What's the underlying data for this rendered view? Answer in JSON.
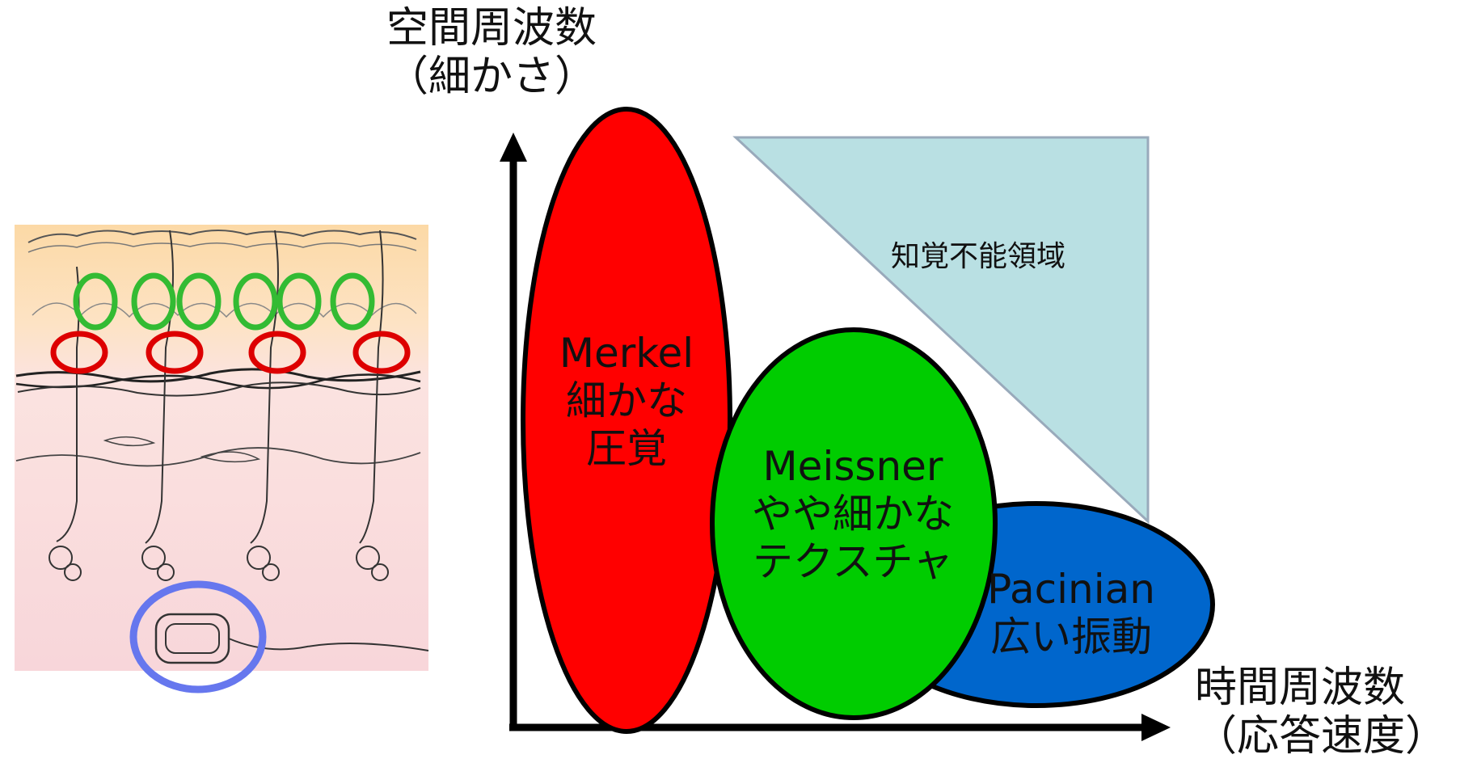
{
  "axes": {
    "y_label_line1": "空間周波数",
    "y_label_line2": "（細かさ）",
    "x_label_line1": "時間周波数",
    "x_label_line2": "（応答速度）"
  },
  "regions": {
    "merkel": {
      "name": "Merkel",
      "line2": "細かな",
      "line3": "圧覚",
      "color": "#ff0000"
    },
    "meissner": {
      "name": "Meissner",
      "line2": "やや細かな",
      "line3": "テクスチャ",
      "color": "#00cc00"
    },
    "pacinian": {
      "name": "Pacinian",
      "line2": "広い振動",
      "color": "#0066cc"
    },
    "imperceptible": {
      "label": "知覚不能領域",
      "color": "#b9e0e3"
    }
  },
  "skin_markers": {
    "meissner_color": "#33bb33",
    "merkel_color": "#dd0000",
    "pacinian_color": "#6677ee"
  }
}
